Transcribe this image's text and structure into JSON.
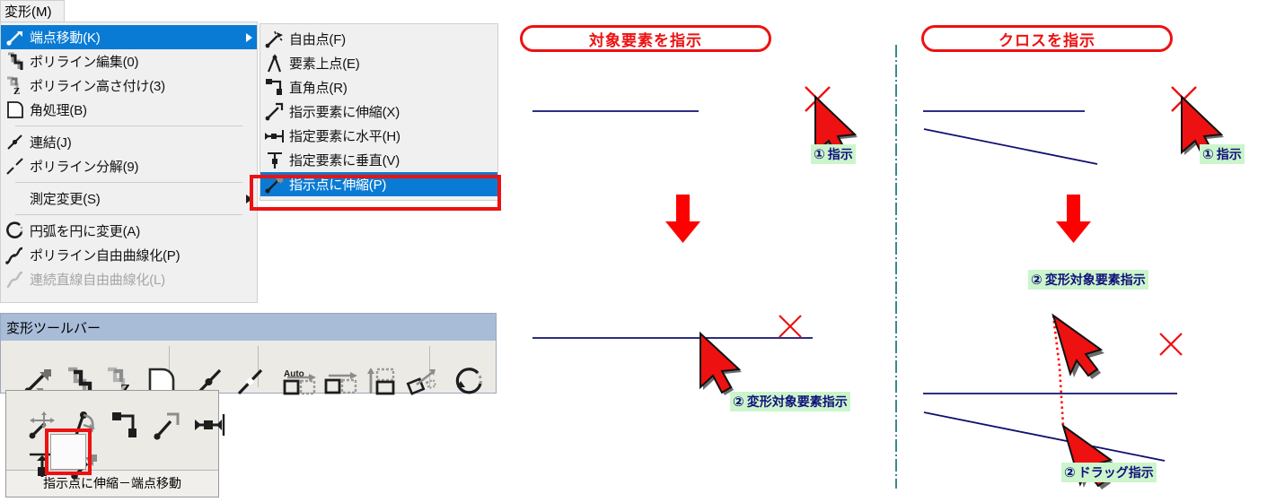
{
  "app": {
    "menu_title": "変形(M)"
  },
  "menu_main": {
    "items": [
      {
        "label": "端点移動(K)",
        "icon": "endpoint-move-icon",
        "selected": true,
        "submenu": true,
        "disabled": false
      },
      {
        "label": "ポリライン編集(0)",
        "icon": "polyline-edit-icon",
        "selected": false,
        "submenu": false,
        "disabled": false
      },
      {
        "label": "ポリライン高さ付け(3)",
        "icon": "polyline-height-icon",
        "selected": false,
        "submenu": false,
        "disabled": false
      },
      {
        "label": "角処理(B)",
        "icon": "corner-process-icon",
        "selected": false,
        "submenu": false,
        "disabled": false
      },
      {
        "label": "連結(J)",
        "icon": "join-icon",
        "selected": false,
        "submenu": false,
        "disabled": false
      },
      {
        "label": "ポリライン分解(9)",
        "icon": "polyline-explode-icon",
        "selected": false,
        "submenu": false,
        "disabled": false
      },
      {
        "label": "測定変更(S)",
        "icon": "measure-change-icon",
        "selected": false,
        "submenu": true,
        "disabled": false
      },
      {
        "label": "円弧を円に変更(A)",
        "icon": "arc-to-circle-icon",
        "selected": false,
        "submenu": false,
        "disabled": false
      },
      {
        "label": "ポリライン自由曲線化(P)",
        "icon": "polyline-spline-icon",
        "selected": false,
        "submenu": false,
        "disabled": false
      },
      {
        "label": "連続直線自由曲線化(L)",
        "icon": "polyline-spline-chain-icon",
        "selected": false,
        "submenu": false,
        "disabled": true
      }
    ]
  },
  "menu_sub": {
    "items": [
      {
        "label": "自由点(F)",
        "icon": "free-point-icon",
        "selected": false
      },
      {
        "label": "要素上点(E)",
        "icon": "on-element-point-icon",
        "selected": false
      },
      {
        "label": "直角点(R)",
        "icon": "right-angle-point-icon",
        "selected": false
      },
      {
        "label": "指示要素に伸縮(X)",
        "icon": "stretch-to-element-icon",
        "selected": false
      },
      {
        "label": "指定要素に水平(H)",
        "icon": "horizontal-to-element-icon",
        "selected": false
      },
      {
        "label": "指定要素に垂直(V)",
        "icon": "vertical-to-element-icon",
        "selected": false
      },
      {
        "label": "指示点に伸縮(P)",
        "icon": "stretch-to-point-icon",
        "selected": true
      }
    ]
  },
  "toolbar": {
    "title": "変形ツールバー",
    "buttons": [
      {
        "name": "endpoint-move-icon",
        "tooltip": "端点移動"
      },
      {
        "name": "polyline-edit-icon",
        "tooltip": "ポリライン編集"
      },
      {
        "name": "polyline-height-icon",
        "tooltip": "ポリライン高さ付け"
      },
      {
        "name": "corner-process-icon",
        "tooltip": "角処理"
      },
      {
        "name": "join-icon",
        "tooltip": "連結"
      },
      {
        "name": "polyline-explode-icon",
        "tooltip": "ポリライン分解"
      },
      {
        "name": "auto-box-icon",
        "tooltip": "Auto"
      },
      {
        "name": "move-box-icon",
        "tooltip": "移動"
      },
      {
        "name": "up-box-icon",
        "tooltip": "上移動"
      },
      {
        "name": "rotate-box-icon",
        "tooltip": "回転"
      },
      {
        "name": "arc-to-circle-icon",
        "tooltip": "円弧を円に変更"
      }
    ]
  },
  "palette": {
    "status_text": "指示点に伸縮－端点移動",
    "buttons": [
      {
        "name": "free-point-icon",
        "selected": false
      },
      {
        "name": "on-element-point-icon",
        "selected": false
      },
      {
        "name": "right-angle-point-icon",
        "selected": false
      },
      {
        "name": "stretch-to-element-icon",
        "selected": false
      },
      {
        "name": "horizontal-to-element-icon",
        "selected": false
      },
      {
        "name": "vertical-to-element-icon",
        "selected": false
      },
      {
        "name": "stretch-to-point-icon",
        "selected": true
      }
    ]
  },
  "panels": [
    {
      "id": "panel-left",
      "caption": "対象要素を指示",
      "step1_label": "指示",
      "step1_num": "①",
      "step2_label": "変形対象要素指示",
      "step2_num": "②"
    },
    {
      "id": "panel-right",
      "caption": "クロスを指示",
      "step1_label": "指示",
      "step1_num": "①",
      "step2_label": "変形対象要素指示",
      "step2_num": "②",
      "step3_label": "ドラッグ指示",
      "step3_num": "②"
    }
  ],
  "colors": {
    "menu_highlight": "#0a7bd4",
    "annotation_red": "#ee1111",
    "label_green_bg": "#ccf5cc",
    "label_text_navy": "#10107a",
    "element_navy": "#101070",
    "toolbar_title_bg": "#a8bcd8",
    "divider_teal": "#0d6b70"
  }
}
